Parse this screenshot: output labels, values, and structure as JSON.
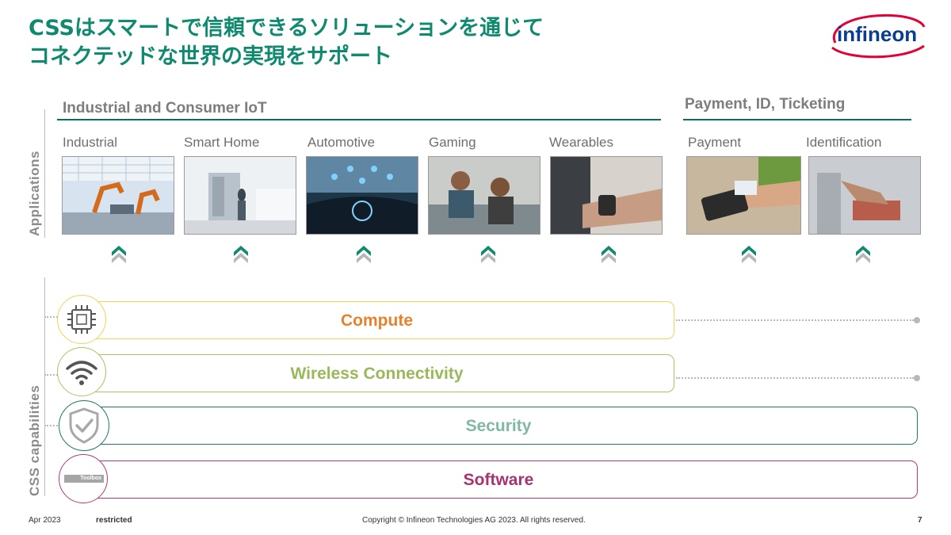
{
  "title": {
    "line1": "CSSはスマートで信頼できるソリューションを通じて",
    "line2": "コネクテッドな世界の実現をサポート"
  },
  "logo": {
    "text": "infineon",
    "color": "#0a3d91",
    "swoosh_color": "#e30034"
  },
  "side_labels": {
    "applications": "Applications",
    "capabilities": "CSS capabilities"
  },
  "groups": [
    {
      "title": "Industrial and Consumer IoT"
    },
    {
      "title": "Payment, ID, Ticketing"
    }
  ],
  "applications": [
    {
      "label": "Industrial",
      "image": "factory-robot-arms-photo"
    },
    {
      "label": "Smart Home",
      "image": "smart-home-kitchen-photo"
    },
    {
      "label": "Automotive",
      "image": "car-dashboard-hud-photo"
    },
    {
      "label": "Gaming",
      "image": "friends-playing-games-photo"
    },
    {
      "label": "Wearables",
      "image": "smartwatch-wrist-photo"
    },
    {
      "label": "Payment",
      "image": "card-payment-terminal-photo"
    },
    {
      "label": "Identification",
      "image": "fingerprint-scanner-photo"
    }
  ],
  "capabilities": [
    {
      "label": "Compute",
      "color": "#e8812a",
      "border": "#f0d45a",
      "icon": "chip-icon"
    },
    {
      "label": "Wireless Connectivity",
      "color": "#9ab85a",
      "border": "#a9c463",
      "icon": "wifi-icon"
    },
    {
      "label": "Security",
      "color": "#7fb8a6",
      "border": "#1f7a66",
      "icon": "shield-check-icon"
    },
    {
      "label": "Software",
      "color": "#a8336e",
      "border": "#b23a78",
      "icon": "toolbox-icon",
      "icon_text": "Toolbox"
    }
  ],
  "footer": {
    "date": "Apr 2023",
    "classification": "restricted",
    "copyright": "Copyright © Infineon Technologies AG 2023. All rights reserved.",
    "page": "7"
  }
}
